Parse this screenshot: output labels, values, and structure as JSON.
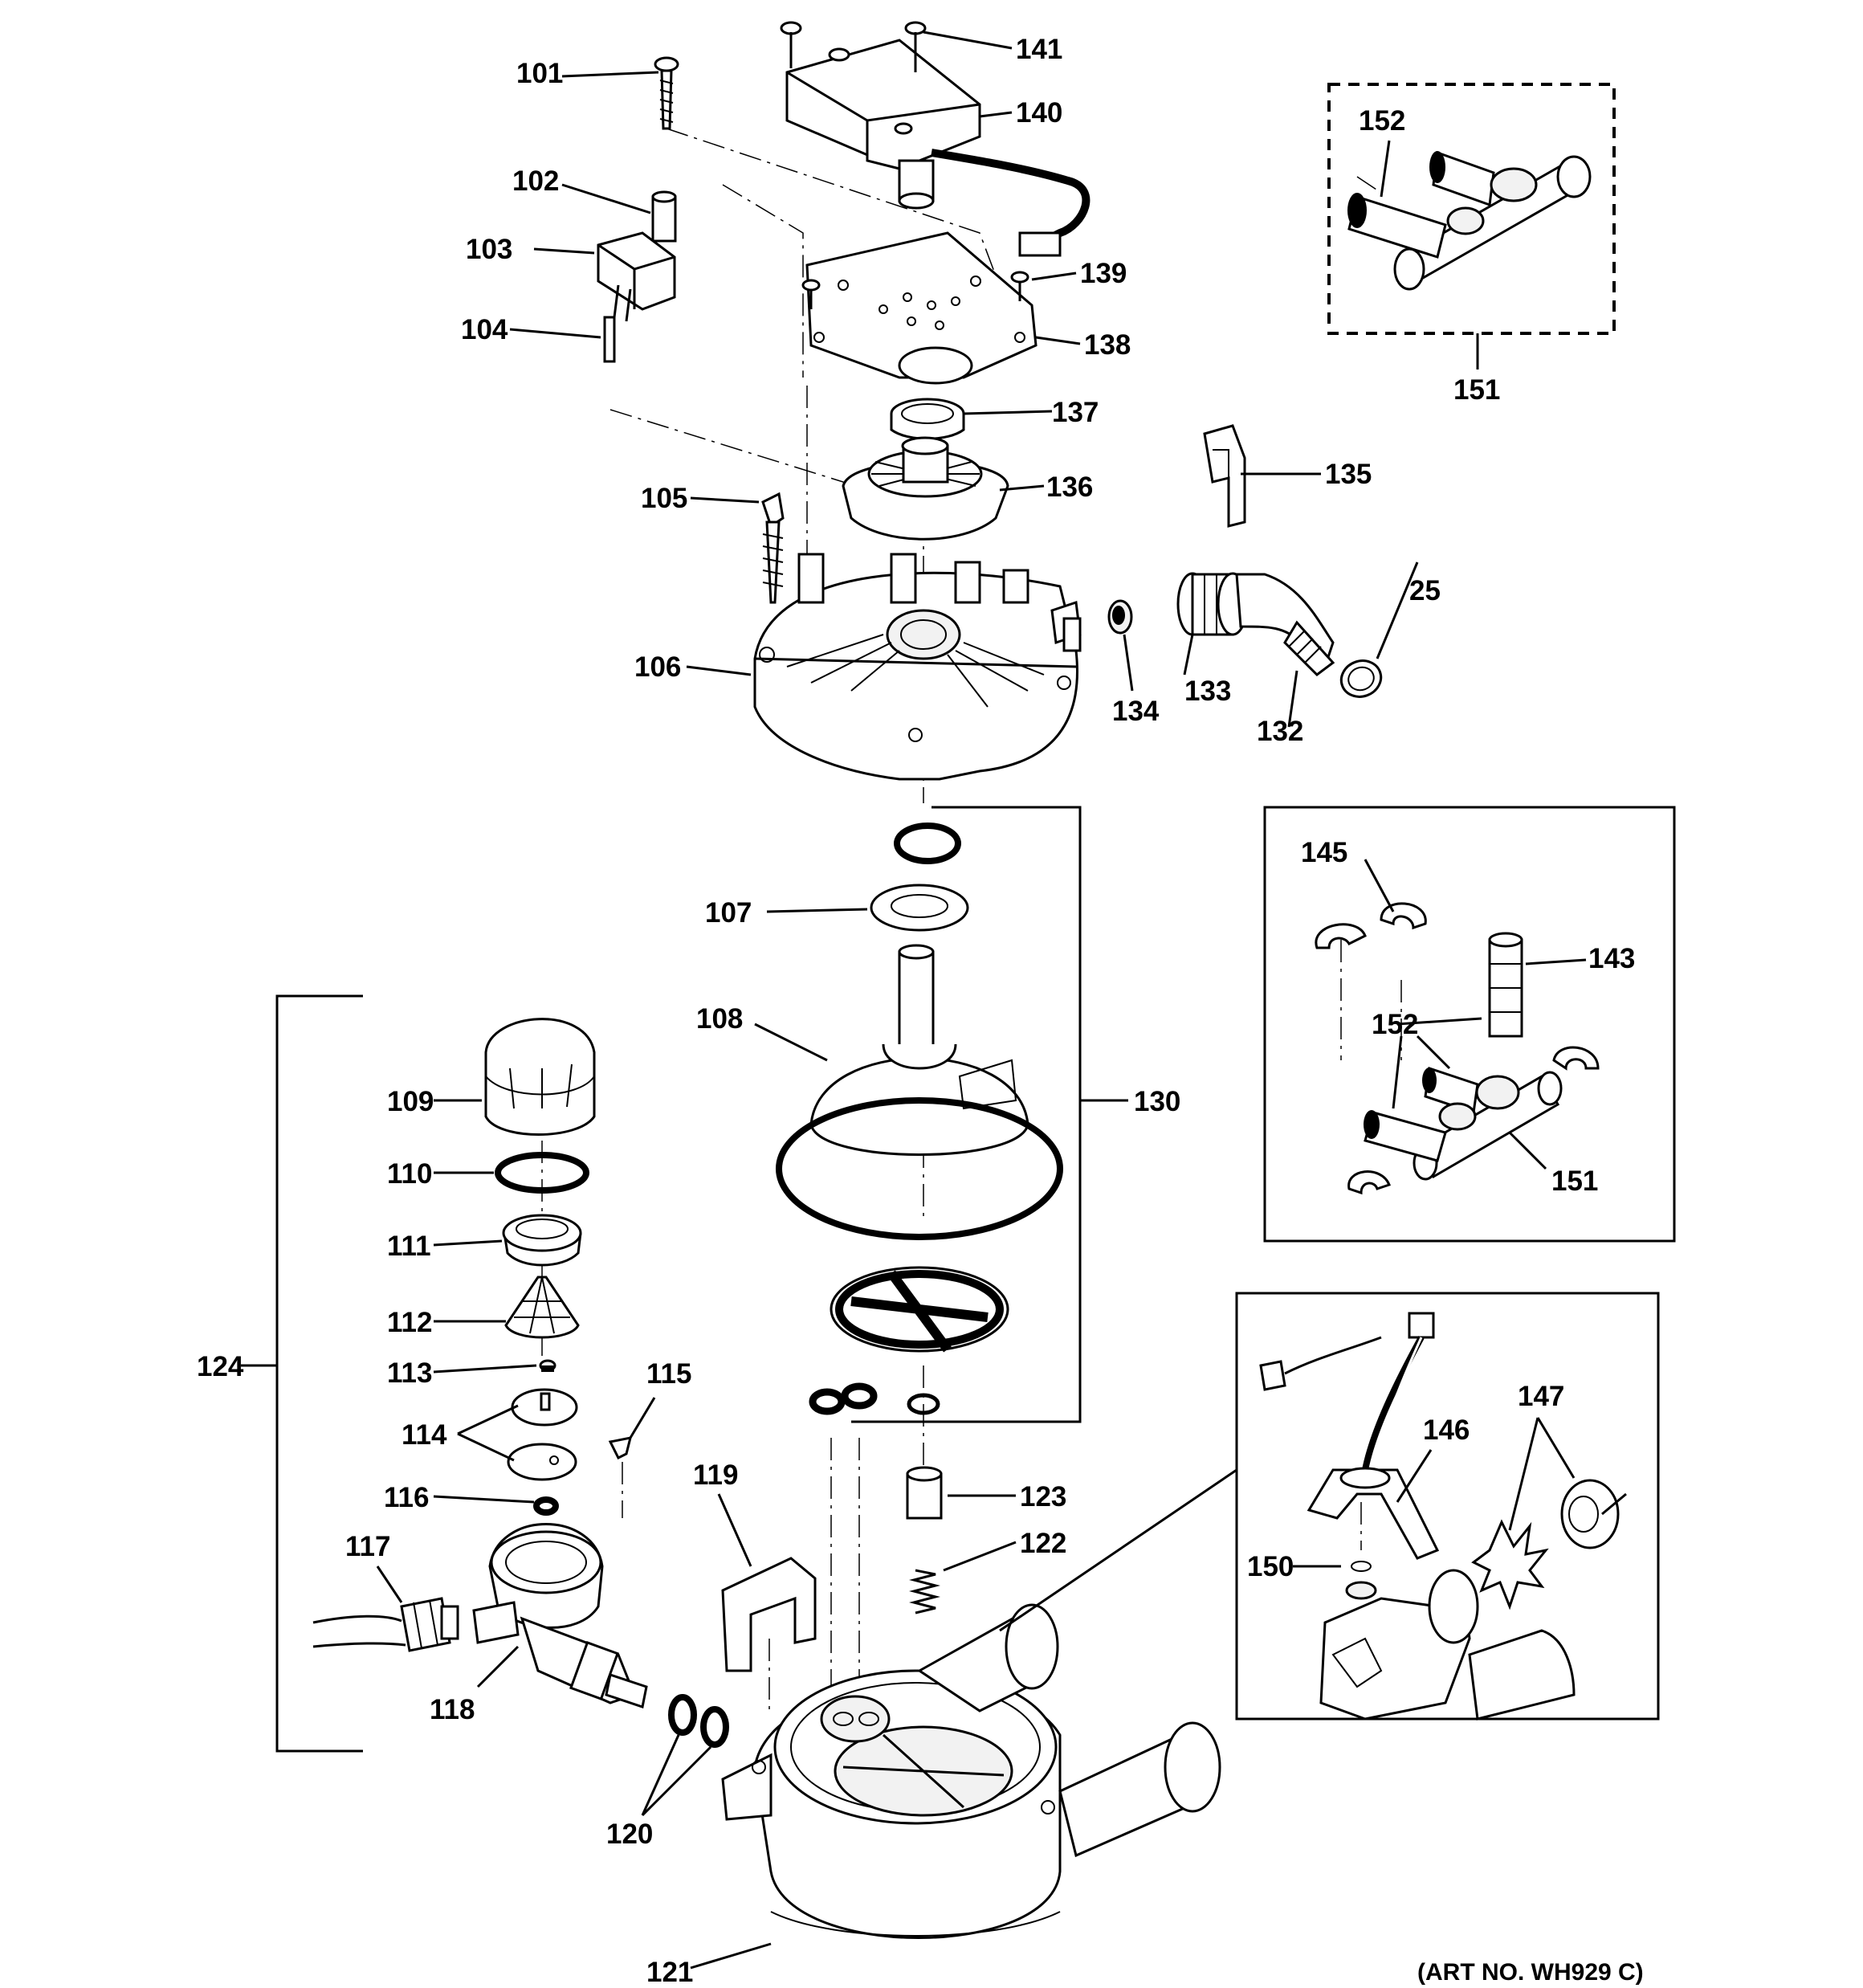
{
  "diagram": {
    "art_number": "(ART NO. WH929 C)",
    "callouts": {
      "c101": "101",
      "c102": "102",
      "c103": "103",
      "c104": "104",
      "c105": "105",
      "c106": "106",
      "c107": "107",
      "c108": "108",
      "c109": "109",
      "c110": "110",
      "c111": "111",
      "c112": "112",
      "c113": "113",
      "c114": "114",
      "c115": "115",
      "c116": "116",
      "c117": "117",
      "c118": "118",
      "c119": "119",
      "c120": "120",
      "c121": "121",
      "c122": "122",
      "c123": "123",
      "c124": "124",
      "c130": "130",
      "c132": "132",
      "c133": "133",
      "c134": "134",
      "c135": "135",
      "c136": "136",
      "c137": "137",
      "c138": "138",
      "c139": "139",
      "c140": "140",
      "c141": "141",
      "c143": "143",
      "c145": "145",
      "c146": "146",
      "c147": "147",
      "c150": "150",
      "c151a": "151",
      "c151b": "151",
      "c152a": "152",
      "c152b": "152",
      "c25": "25"
    }
  }
}
